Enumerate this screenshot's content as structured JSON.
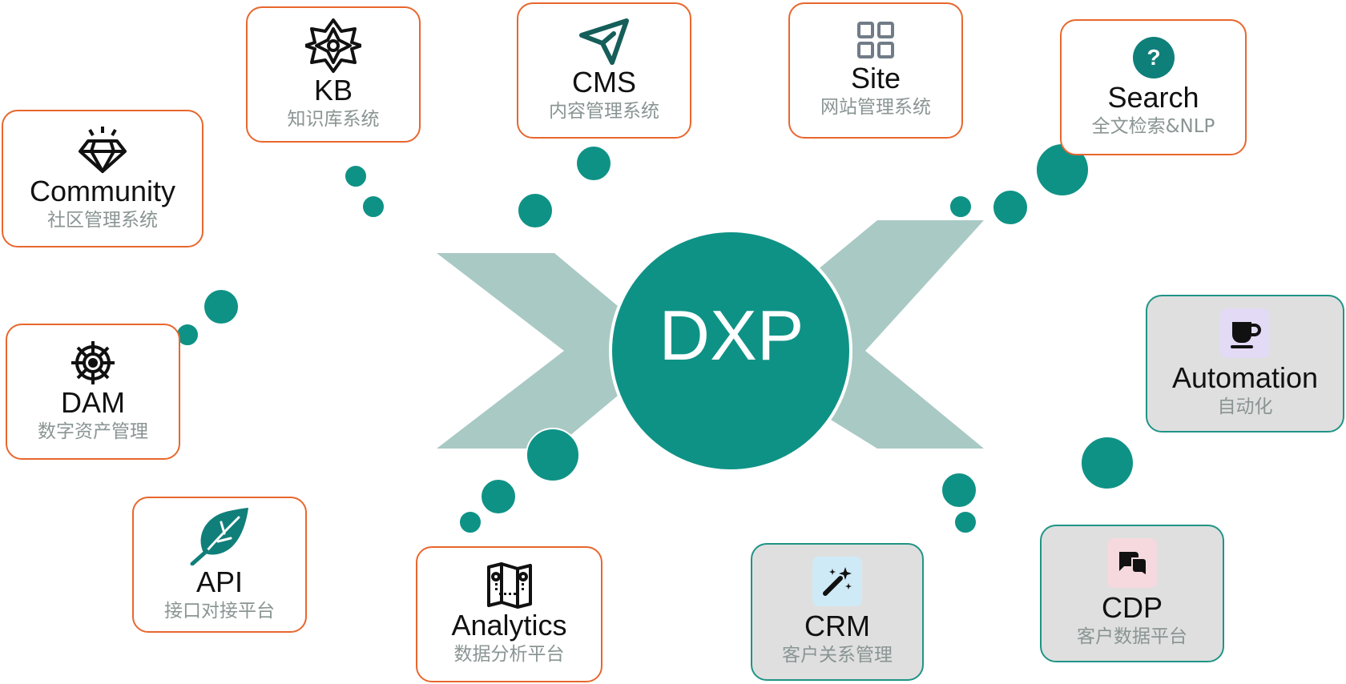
{
  "center": {
    "label": "DXP"
  },
  "colors": {
    "teal": "#0f9286",
    "chevron": "#a9c9c4",
    "orange_border": "#e8672e",
    "teal_border": "#1f9486",
    "gray_card": "#dfdfdf",
    "subtitle": "#8a9593"
  },
  "modules": [
    {
      "id": "community",
      "title": "Community",
      "subtitle": "社区管理系统",
      "icon": "diamond-icon"
    },
    {
      "id": "kb",
      "title": "KB",
      "subtitle": "知识库系统",
      "icon": "flower-icon"
    },
    {
      "id": "cms",
      "title": "CMS",
      "subtitle": "内容管理系统",
      "icon": "send-icon"
    },
    {
      "id": "site",
      "title": "Site",
      "subtitle": "网站管理系统",
      "icon": "grid-icon"
    },
    {
      "id": "search",
      "title": "Search",
      "subtitle": "全文检索&NLP",
      "icon": "question-icon"
    },
    {
      "id": "dam",
      "title": "DAM",
      "subtitle": "数字资产管理",
      "icon": "wheel-icon"
    },
    {
      "id": "api",
      "title": "API",
      "subtitle": "接口对接平台",
      "icon": "leaf-icon"
    },
    {
      "id": "analytics",
      "title": "Analytics",
      "subtitle": "数据分析平台",
      "icon": "map-icon"
    },
    {
      "id": "crm",
      "title": "CRM",
      "subtitle": "客户关系管理",
      "icon": "magic-wand-icon"
    },
    {
      "id": "cdp",
      "title": "CDP",
      "subtitle": "客户数据平台",
      "icon": "chat-bubbles-icon"
    },
    {
      "id": "automation",
      "title": "Automation",
      "subtitle": "自动化",
      "icon": "coffee-cup-icon"
    }
  ]
}
